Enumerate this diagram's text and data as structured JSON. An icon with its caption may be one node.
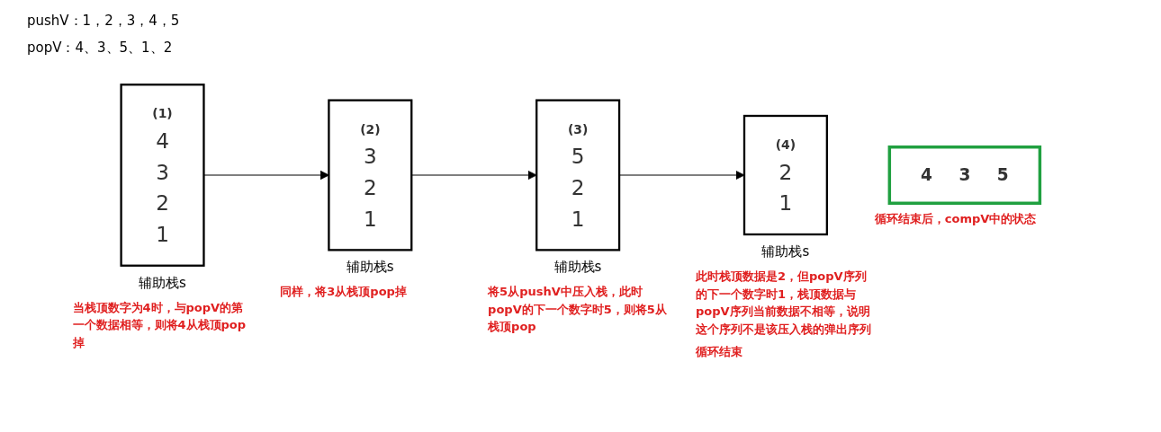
{
  "diagram": {
    "nodes": [
      {
        "text": [
          "(1)",
          "4",
          "3",
          "2",
          "1"
        ],
        "beside": [
          "辅助栈s",
          "当栈顶数字为4时，与popV的第一个数据相等，则将4从栈顶pop掉"
        ]
      },
      {
        "text": [
          "(2)",
          "3",
          "2",
          "1"
        ],
        "beside": [
          "辅助栈s",
          "同样，将3从栈顶pop掉"
        ]
      },
      {
        "text": [
          "(3)",
          "5",
          "2",
          "1"
        ],
        "beside": [
          "辅助栈s",
          "将5从pushV中压入栈，此时popV的下一个数字时5，则将5从栈顶pop"
        ]
      },
      {
        "text": [
          "(4)",
          "2",
          "1"
        ],
        "beside": [
          "辅助栈s",
          "此时栈顶数据是2，但popV序列的下一个数字时1，栈顶数据与popV序列当前数据不相等，说明这个序列不是该压入栈的弹出序列",
          "循环结束"
        ]
      },
      {
        "text": [
          "4",
          "3",
          "5"
        ],
        "beside": [
          "循环结束后，compV中的状态"
        ]
      }
    ],
    "edges": [
      {
        "from": 0,
        "to": 1,
        "arrow": "to"
      },
      {
        "from": 1,
        "to": 2,
        "arrow": "to"
      },
      {
        "from": 2,
        "to": 3,
        "arrow": "to"
      }
    ],
    "labels": [
      "pushV：1，2，3，4，5",
      "popV：4、3、5、1、2"
    ]
  }
}
